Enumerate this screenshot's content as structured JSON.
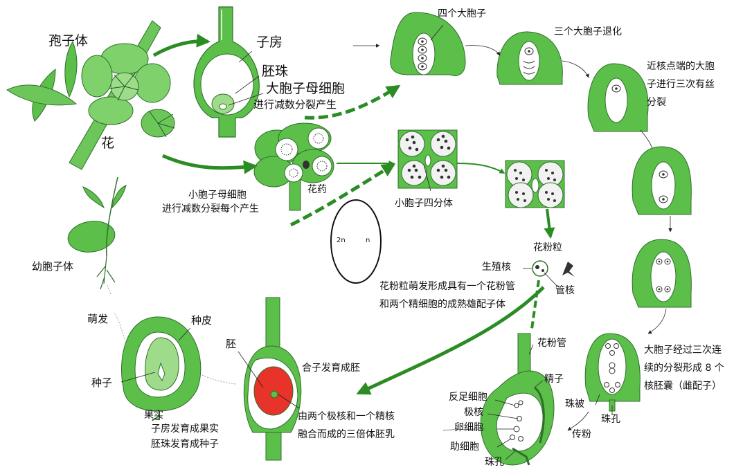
{
  "colors": {
    "plant_green": "#5bbf4a",
    "light_green": "#9edb8a",
    "dark_green": "#2f8a2a",
    "arrow_green": "#2b8c24",
    "endosperm_red": "#e8332a",
    "line": "#222222"
  },
  "labels": {
    "sporophyte": "孢子体",
    "flower": "花",
    "ovary": "子房",
    "ovule": "胚珠",
    "megaspore_mother_cell": "大胞子母细胞",
    "meiosis_produce": "进行减数分裂产生",
    "four_megaspores": "四个大胞子",
    "three_degenerate": "三个大胞子退化",
    "chalazal_megaspore_mitosis": "近核点端的大胞子进行三次有丝分裂",
    "microspore_mother_cell_1": "小胞子母细胞",
    "microspore_mother_cell_2": "进行减数分裂每个产生",
    "anther": "花药",
    "microspore_tetrad": "小胞子四分体",
    "ploidy_2n": "2n",
    "ploidy_n": "n",
    "pollen_grain": "花粉粒",
    "generative_nucleus": "生殖核",
    "tube_nucleus": "管核",
    "pollen_germination": "花粉粒萌发形成具有一个花粉管和两个精细胞的成熟雄配子体",
    "pollen_tube": "花粉管",
    "sperm": "精子",
    "antipodal_cells": "反足细胞",
    "polar_nuclei": "极核",
    "egg_cell": "卵细胞",
    "synergids": "助细胞",
    "micropyle_bottom": "珠孔",
    "megaspore_divisions": "大胞子经过三次连续的分裂形成 8 个核胚囊（雌配子）",
    "integument": "珠被",
    "micropyle_right": "珠孔",
    "pollination": "传粉",
    "zygote_to_embryo": "合子发育成胚",
    "embryo": "胚",
    "endosperm_formation": "由两个极核和一个精核融合而成的三倍体胚乳",
    "seed_coat": "种皮",
    "seed": "种子",
    "fruit": "果实",
    "ovary_to_fruit": "子房发育成果实",
    "ovule_to_seed": "胚珠发育成种子",
    "germination": "萌发",
    "young_sporophyte": "幼胞子体"
  }
}
